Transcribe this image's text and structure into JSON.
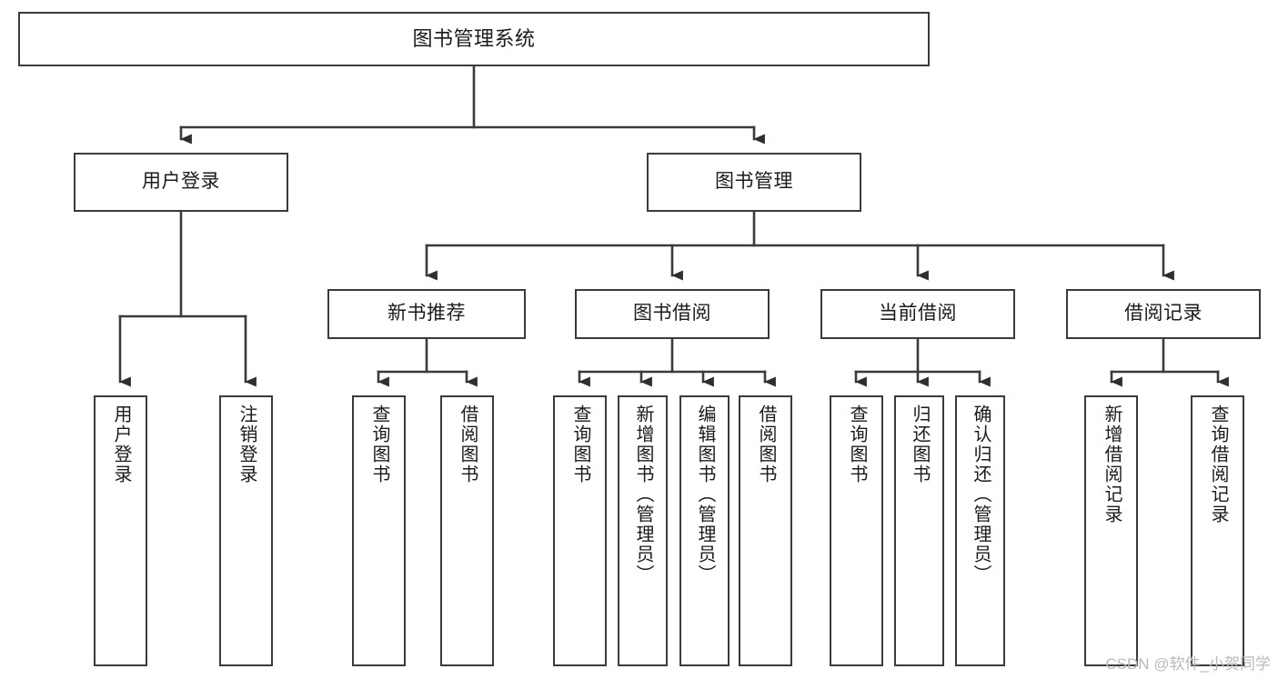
{
  "diagram": {
    "type": "tree",
    "title": "图书管理系统",
    "background_color": "#ffffff",
    "line_color": "#3b3b3b",
    "box_fill": "#ffffff",
    "text_color": "#1b1b1b",
    "root": {
      "id": "root",
      "label": "图书管理系统",
      "orientation": "horizontal"
    },
    "level1": [
      {
        "id": "user-login",
        "label": "用户登录",
        "orientation": "horizontal"
      },
      {
        "id": "book-manage",
        "label": "图书管理",
        "orientation": "horizontal"
      }
    ],
    "level2": [
      {
        "id": "new-book-rec",
        "label": "新书推荐",
        "parent": "book-manage",
        "orientation": "horizontal"
      },
      {
        "id": "book-borrow",
        "label": "图书借阅",
        "parent": "book-manage",
        "orientation": "horizontal"
      },
      {
        "id": "current-borrow",
        "label": "当前借阅",
        "parent": "book-manage",
        "orientation": "horizontal"
      },
      {
        "id": "borrow-record",
        "label": "借阅记录",
        "parent": "book-manage",
        "orientation": "horizontal"
      }
    ],
    "leaves": [
      {
        "id": "leaf-user-login",
        "label": "用户登录",
        "parent": "user-login",
        "orientation": "vertical"
      },
      {
        "id": "leaf-logout-login",
        "label": "注销登录",
        "parent": "user-login",
        "orientation": "vertical"
      },
      {
        "id": "leaf-rec-query-book",
        "label": "查询图书",
        "parent": "new-book-rec",
        "orientation": "vertical"
      },
      {
        "id": "leaf-rec-borrow-book",
        "label": "借阅图书",
        "parent": "new-book-rec",
        "orientation": "vertical"
      },
      {
        "id": "leaf-bb-query-book",
        "label": "查询图书",
        "parent": "book-borrow",
        "orientation": "vertical"
      },
      {
        "id": "leaf-bb-add-book",
        "label": "新增图书（管理员）",
        "parent": "book-borrow",
        "orientation": "vertical"
      },
      {
        "id": "leaf-bb-edit-book",
        "label": "编辑图书（管理员）",
        "parent": "book-borrow",
        "orientation": "vertical"
      },
      {
        "id": "leaf-bb-borrow-book",
        "label": "借阅图书",
        "parent": "book-borrow",
        "orientation": "vertical"
      },
      {
        "id": "leaf-cb-query-book",
        "label": "查询图书",
        "parent": "current-borrow",
        "orientation": "vertical"
      },
      {
        "id": "leaf-cb-return-book",
        "label": "归还图书",
        "parent": "current-borrow",
        "orientation": "vertical"
      },
      {
        "id": "leaf-cb-confirm-return",
        "label": "确认归还（管理员）",
        "parent": "current-borrow",
        "orientation": "vertical"
      },
      {
        "id": "leaf-br-add-record",
        "label": "新增借阅记录",
        "parent": "borrow-record",
        "orientation": "vertical"
      },
      {
        "id": "leaf-br-query-record",
        "label": "查询借阅记录",
        "parent": "borrow-record",
        "orientation": "vertical"
      }
    ]
  },
  "watermark": {
    "text": "CSDN @软件_小贺同学",
    "color": "#b9b9b9"
  }
}
